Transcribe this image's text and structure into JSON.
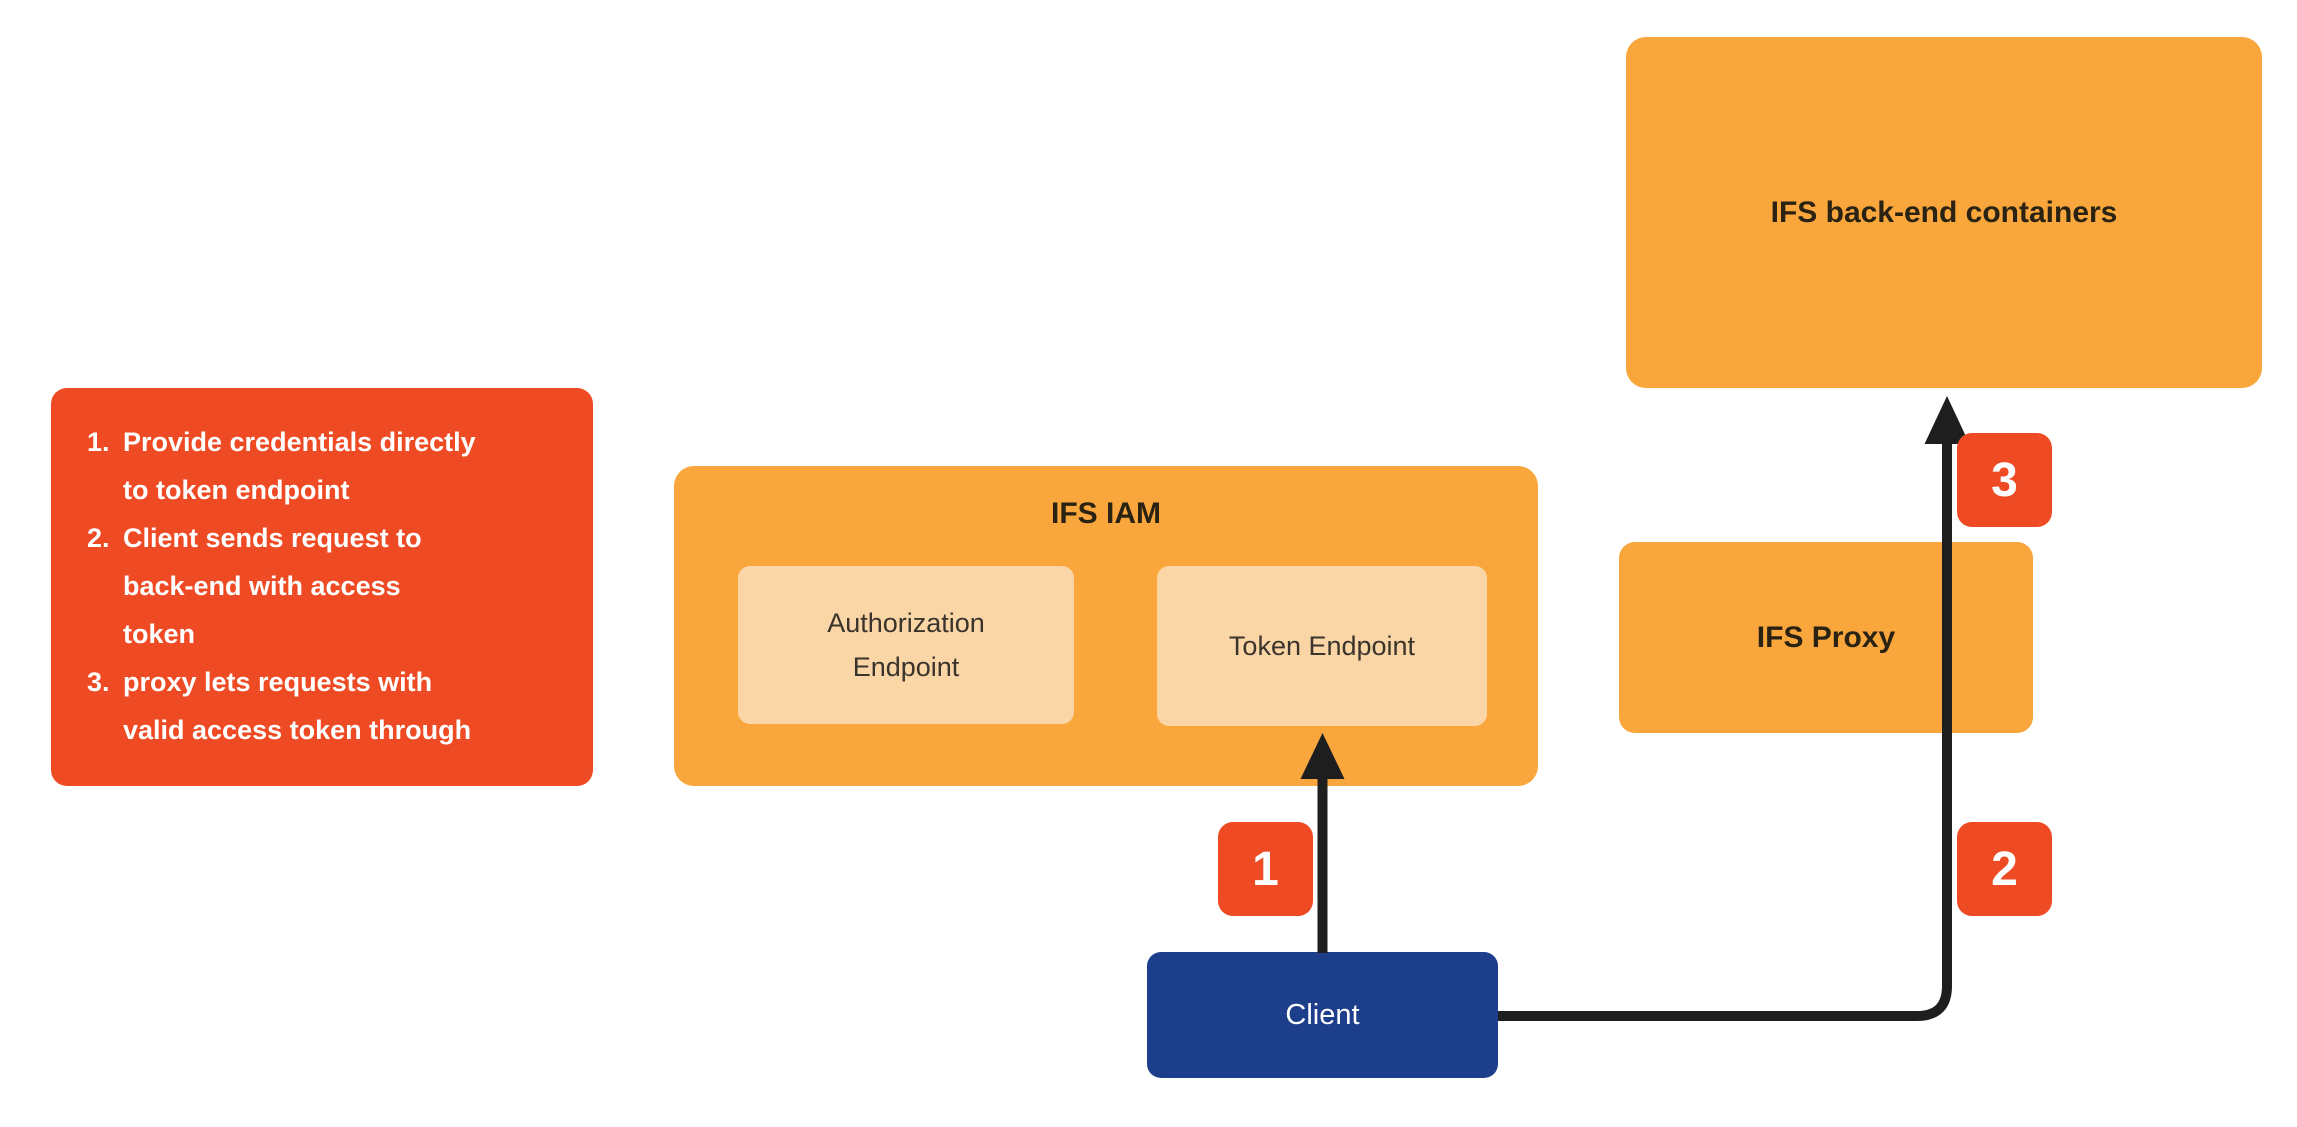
{
  "colors": {
    "orange": "#F9A63C",
    "light_orange": "#FAD5A5",
    "red": "#EE4A23",
    "blue": "#1D3E8A",
    "arrow": "#1E1E1E",
    "dark_text": "#2A2212",
    "endpoint_text": "#3A342C",
    "white": "#FFFFFF"
  },
  "notes": {
    "items": [
      {
        "number": "1.",
        "lines": [
          "Provide credentials directly",
          "to token endpoint"
        ]
      },
      {
        "number": "2.",
        "lines": [
          "Client sends request to",
          "back-end with access",
          "token"
        ]
      },
      {
        "number": "3.",
        "lines": [
          "proxy lets requests with",
          "valid access token through"
        ]
      }
    ]
  },
  "iam": {
    "title": "IFS IAM",
    "authorization_endpoint": {
      "lines": [
        "Authorization",
        "Endpoint"
      ]
    },
    "token_endpoint": {
      "label": "Token Endpoint"
    }
  },
  "backend": {
    "title": "IFS back-end containers"
  },
  "proxy": {
    "title": "IFS Proxy"
  },
  "client": {
    "label": "Client"
  },
  "step_badges": [
    {
      "label": "1"
    },
    {
      "label": "2"
    },
    {
      "label": "3"
    }
  ],
  "arrows": [
    {
      "from": "Client",
      "to": "Token Endpoint",
      "step": "1"
    },
    {
      "from": "Client",
      "to": "IFS back-end containers",
      "via": "IFS Proxy",
      "steps": "2, 3"
    }
  ]
}
